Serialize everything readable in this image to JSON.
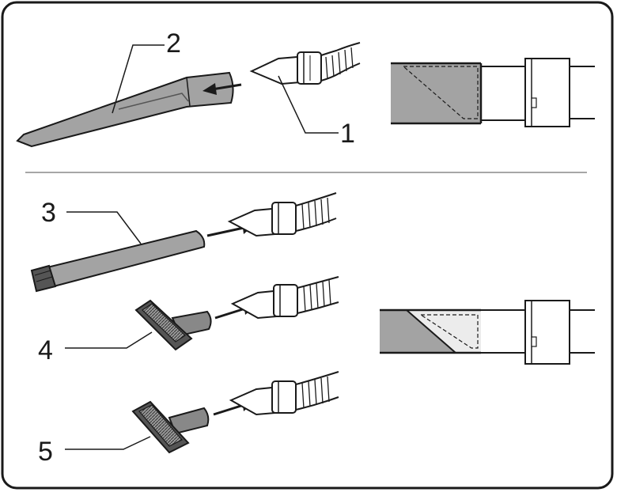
{
  "callouts": {
    "one": "1",
    "two": "2",
    "three": "3",
    "four": "4",
    "five": "5"
  },
  "colors": {
    "frame": "#1a1a1a",
    "tool_gray": "#a3a3a3",
    "tool_dark": "#6e6e6e",
    "insert_light": "#ececec",
    "divider": "#888888"
  },
  "icons": {
    "arrow": "insertion-arrow-icon",
    "brush": "brush-bristles-icon"
  }
}
